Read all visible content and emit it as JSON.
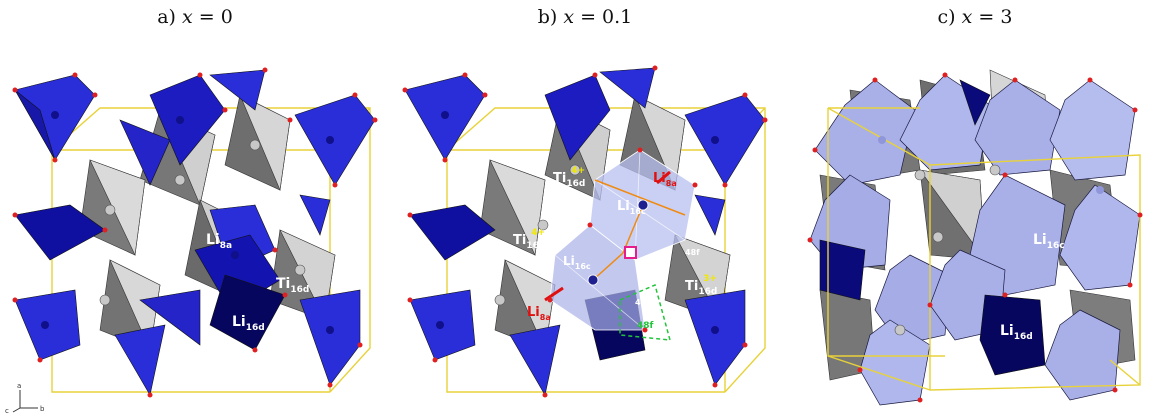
{
  "panels": [
    {
      "prefix": "a)",
      "var": "x",
      "eq": "= 0",
      "labels": [
        {
          "main": "Li",
          "sub": "8a",
          "sup": "",
          "color": "white"
        },
        {
          "main": "Ti",
          "sub": "16d",
          "sup": "",
          "color": "white"
        },
        {
          "main": "Li",
          "sub": "16d",
          "sup": "",
          "color": "white"
        }
      ]
    },
    {
      "prefix": "b)",
      "var": "x",
      "eq": "= 0.1",
      "labels": [
        {
          "main": "Ti",
          "sub": "16d",
          "sup": "4+",
          "color": "white"
        },
        {
          "main": "Li",
          "sub": "8a",
          "sup": "",
          "color": "red"
        },
        {
          "main": "Li",
          "sub": "16c",
          "sup": "",
          "color": "white"
        },
        {
          "main": "Ti",
          "sub": "16d",
          "sup": "4+",
          "color": "white"
        },
        {
          "main": "48f",
          "sub": "",
          "sup": "",
          "color": "white"
        },
        {
          "main": "Li",
          "sub": "16c",
          "sup": "",
          "color": "white"
        },
        {
          "main": "Ti",
          "sub": "16d",
          "sup": "3+",
          "color": "white"
        },
        {
          "main": "48f",
          "sub": "",
          "sup": "",
          "color": "white"
        },
        {
          "main": "48f",
          "sub": "",
          "sup": "",
          "color": "green"
        },
        {
          "main": "Li",
          "sub": "8a",
          "sup": "",
          "color": "red"
        }
      ]
    },
    {
      "prefix": "c)",
      "var": "x",
      "eq": "= 3",
      "labels": [
        {
          "main": "Li",
          "sub": "16c",
          "sup": "",
          "color": "white"
        },
        {
          "main": "Li",
          "sub": "16d",
          "sup": "",
          "color": "white"
        }
      ]
    }
  ],
  "axes": {
    "a": "a",
    "b": "b",
    "c": "c"
  },
  "colors": {
    "tetra_blue": "#2a2ed8",
    "tetra_dark": "#0a0a7a",
    "octa_gray": "#7a7a7a",
    "octa_light": "#d8d8d8",
    "li16c_lavender": "#a9b0e8",
    "cell_edge": "#e8d23a",
    "oxygen": "#e02020",
    "sup_yellow": "#f0e800",
    "green_face": "#22c43a",
    "vacancy_magenta": "#e81d8c"
  }
}
